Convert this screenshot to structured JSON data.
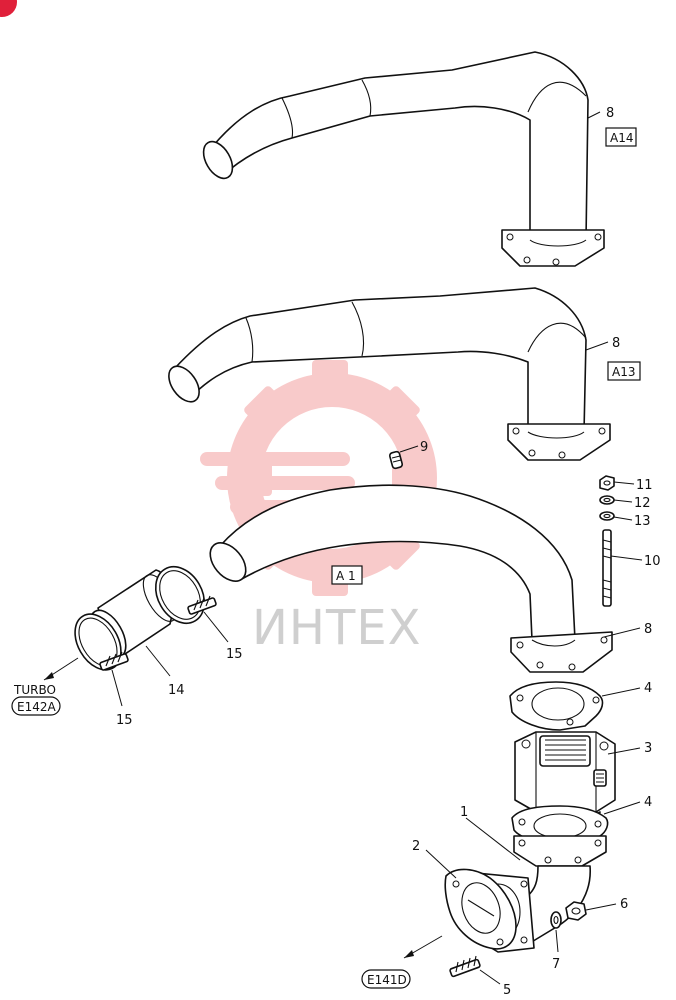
{
  "callouts": {
    "c8a": "8",
    "c8b": "8",
    "c8c": "8",
    "c9": "9",
    "c11": "11",
    "c12": "12",
    "c13": "13",
    "c10": "10",
    "c15a": "15",
    "c15b": "15",
    "c14": "14",
    "c4a": "4",
    "c4b": "4",
    "c3": "3",
    "c1": "1",
    "c2": "2",
    "c6": "6",
    "c7": "7",
    "c5": "5"
  },
  "refs": {
    "a14": "A14",
    "a13": "A13",
    "a1": "A 1",
    "turbo": "TURBO",
    "e142a": "E142A",
    "e141d": "E141D"
  },
  "watermark": {
    "text": "ИНТЕХ",
    "color": "#f08c8c"
  },
  "colors": {
    "line": "#111111",
    "corner_badge": "#e0203a"
  }
}
